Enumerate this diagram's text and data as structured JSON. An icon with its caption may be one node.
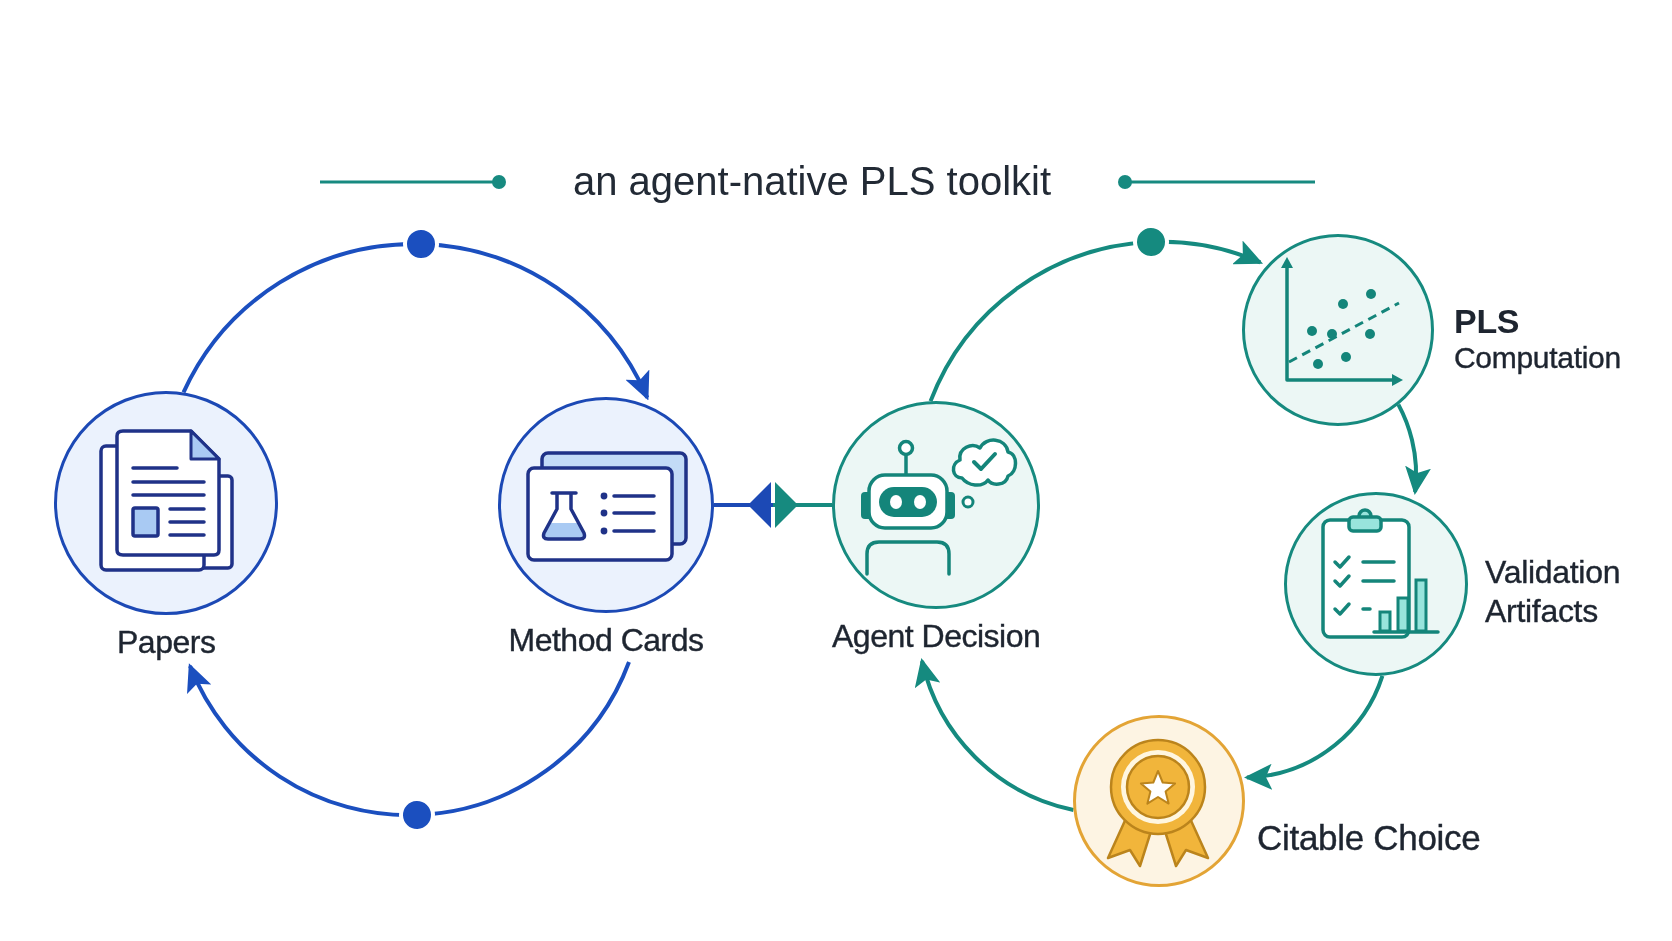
{
  "diagram": {
    "title": "an agent-native PLS toolkit",
    "nodes": [
      {
        "text": [
          "Papers"
        ]
      },
      {
        "text": [
          "Method Cards"
        ]
      },
      {
        "text": [
          "Agent Decision"
        ]
      },
      {
        "text": [
          "PLS",
          "Computation"
        ]
      },
      {
        "text": [
          "Validation Artifacts"
        ]
      },
      {
        "text": [
          "Citable Choice"
        ]
      }
    ],
    "edges": [
      {
        "from": 0,
        "to": 1,
        "arrow": "to",
        "color": "#1b4fbf"
      },
      {
        "from": 1,
        "to": 0,
        "arrow": "to",
        "color": "#1b4fbf"
      },
      {
        "from": 1,
        "to": 2,
        "arrow": "both"
      },
      {
        "from": 2,
        "to": 3,
        "arrow": "to"
      },
      {
        "from": 3,
        "to": 4,
        "arrow": "to"
      },
      {
        "from": 4,
        "to": 5,
        "arrow": "to"
      },
      {
        "from": 5,
        "to": 2,
        "arrow": "to"
      }
    ]
  }
}
